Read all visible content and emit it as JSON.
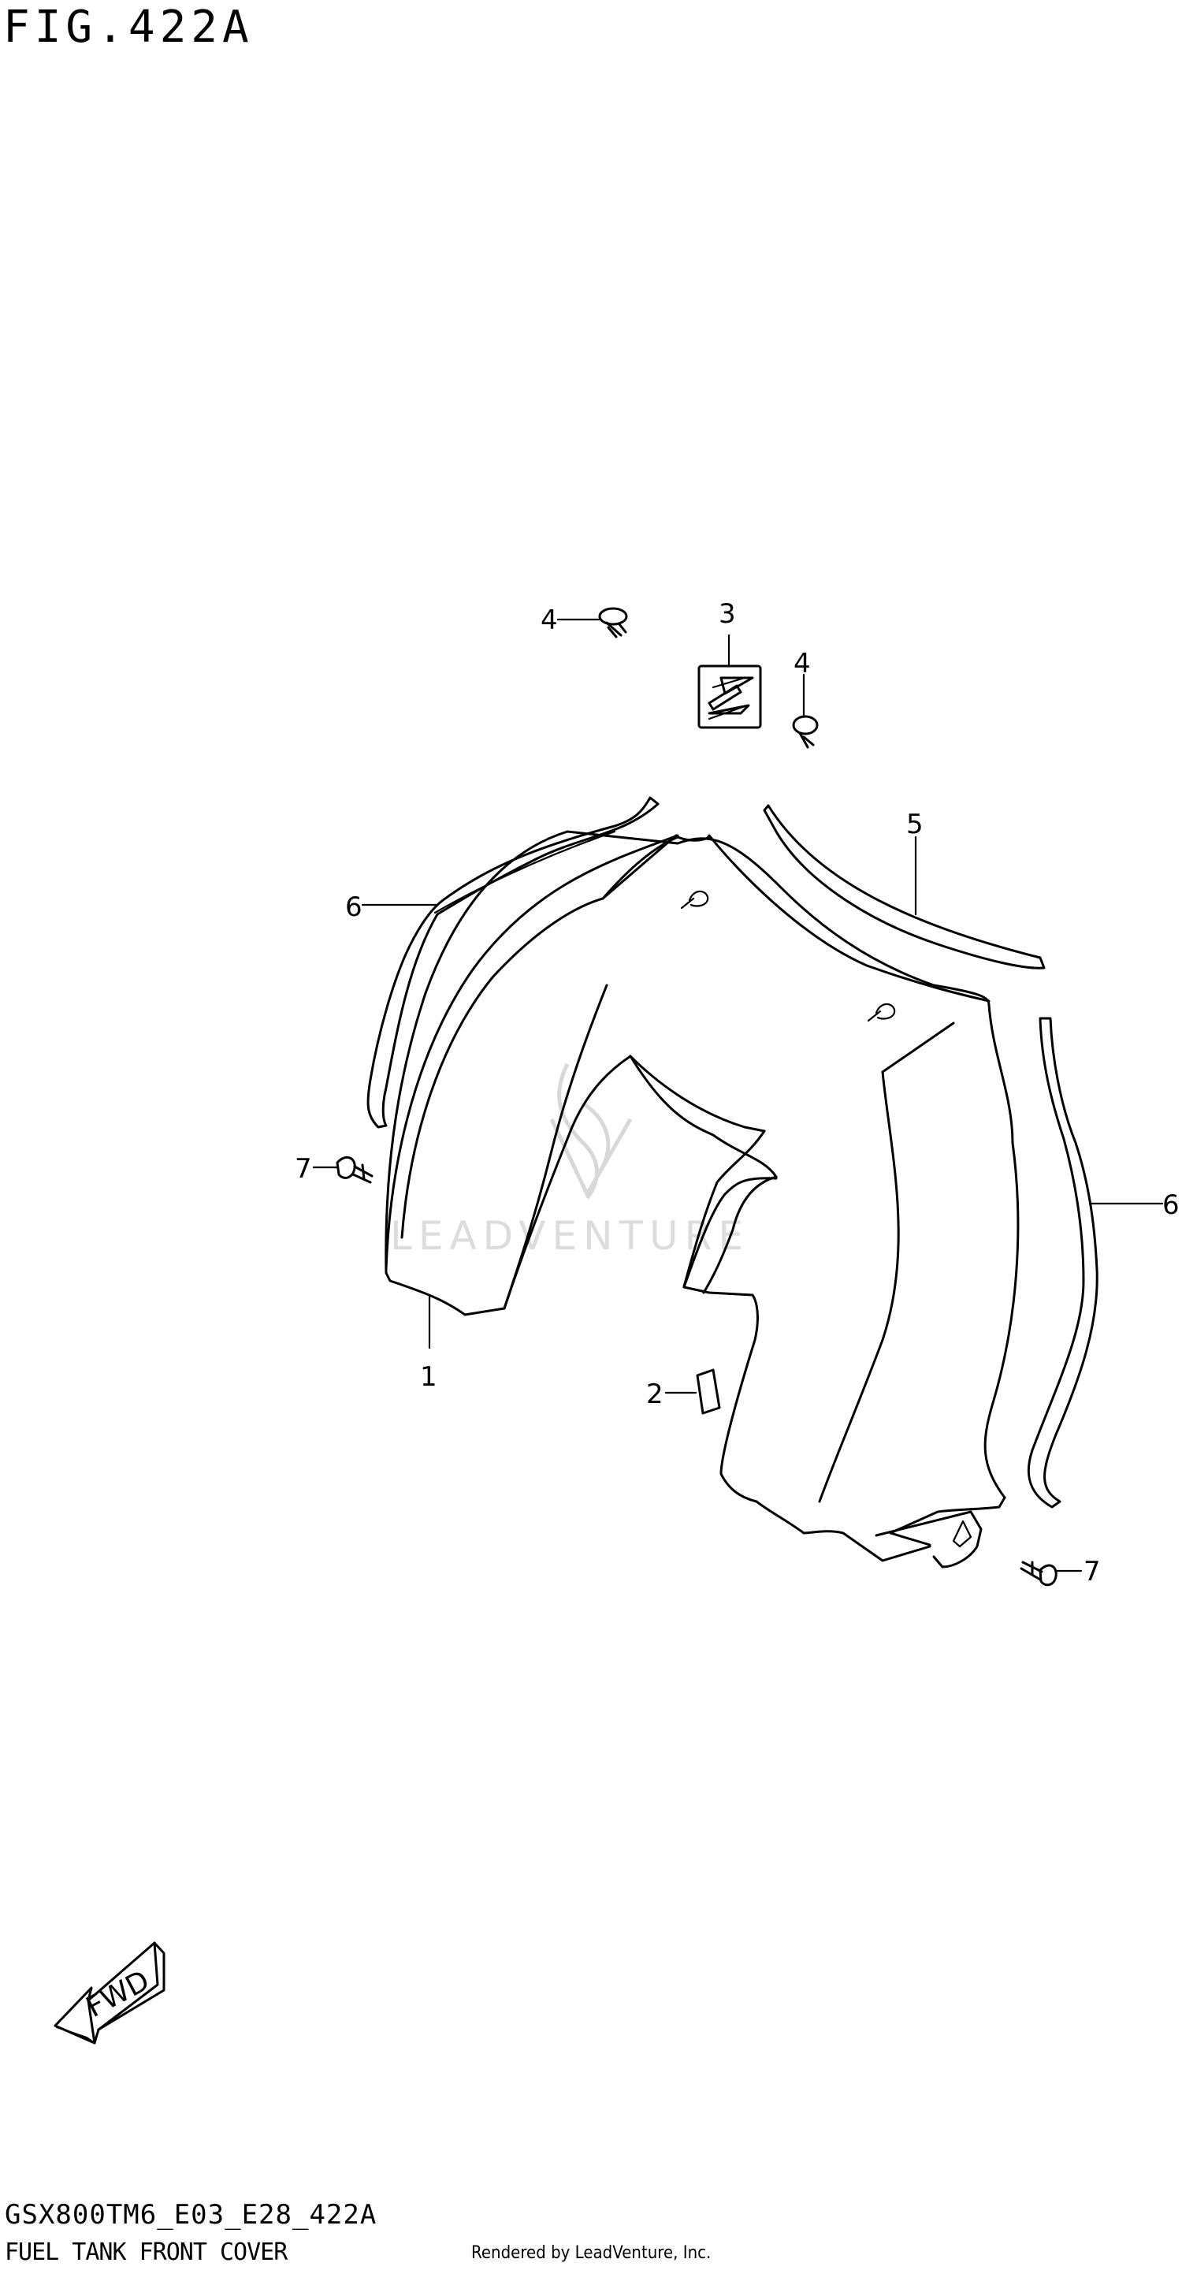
{
  "header": {
    "figure_title": "FIG.422A"
  },
  "watermark": {
    "text": "LEADVENTURE"
  },
  "callouts": [
    {
      "id": "1",
      "label": "1"
    },
    {
      "id": "2",
      "label": "2"
    },
    {
      "id": "3",
      "label": "3"
    },
    {
      "id": "4a",
      "label": "4"
    },
    {
      "id": "4b",
      "label": "4"
    },
    {
      "id": "5",
      "label": "5"
    },
    {
      "id": "6a",
      "label": "6"
    },
    {
      "id": "6b",
      "label": "6"
    },
    {
      "id": "7a",
      "label": "7"
    },
    {
      "id": "7b",
      "label": "7"
    }
  ],
  "direction_badge": {
    "label": "FWD",
    "icon": "forward-arrow-icon"
  },
  "footer": {
    "model_code": "GSX800TM6_E03_E28_422A",
    "section_name": "FUEL TANK FRONT COVER",
    "rendered_by": "Rendered by LeadVenture, Inc."
  }
}
